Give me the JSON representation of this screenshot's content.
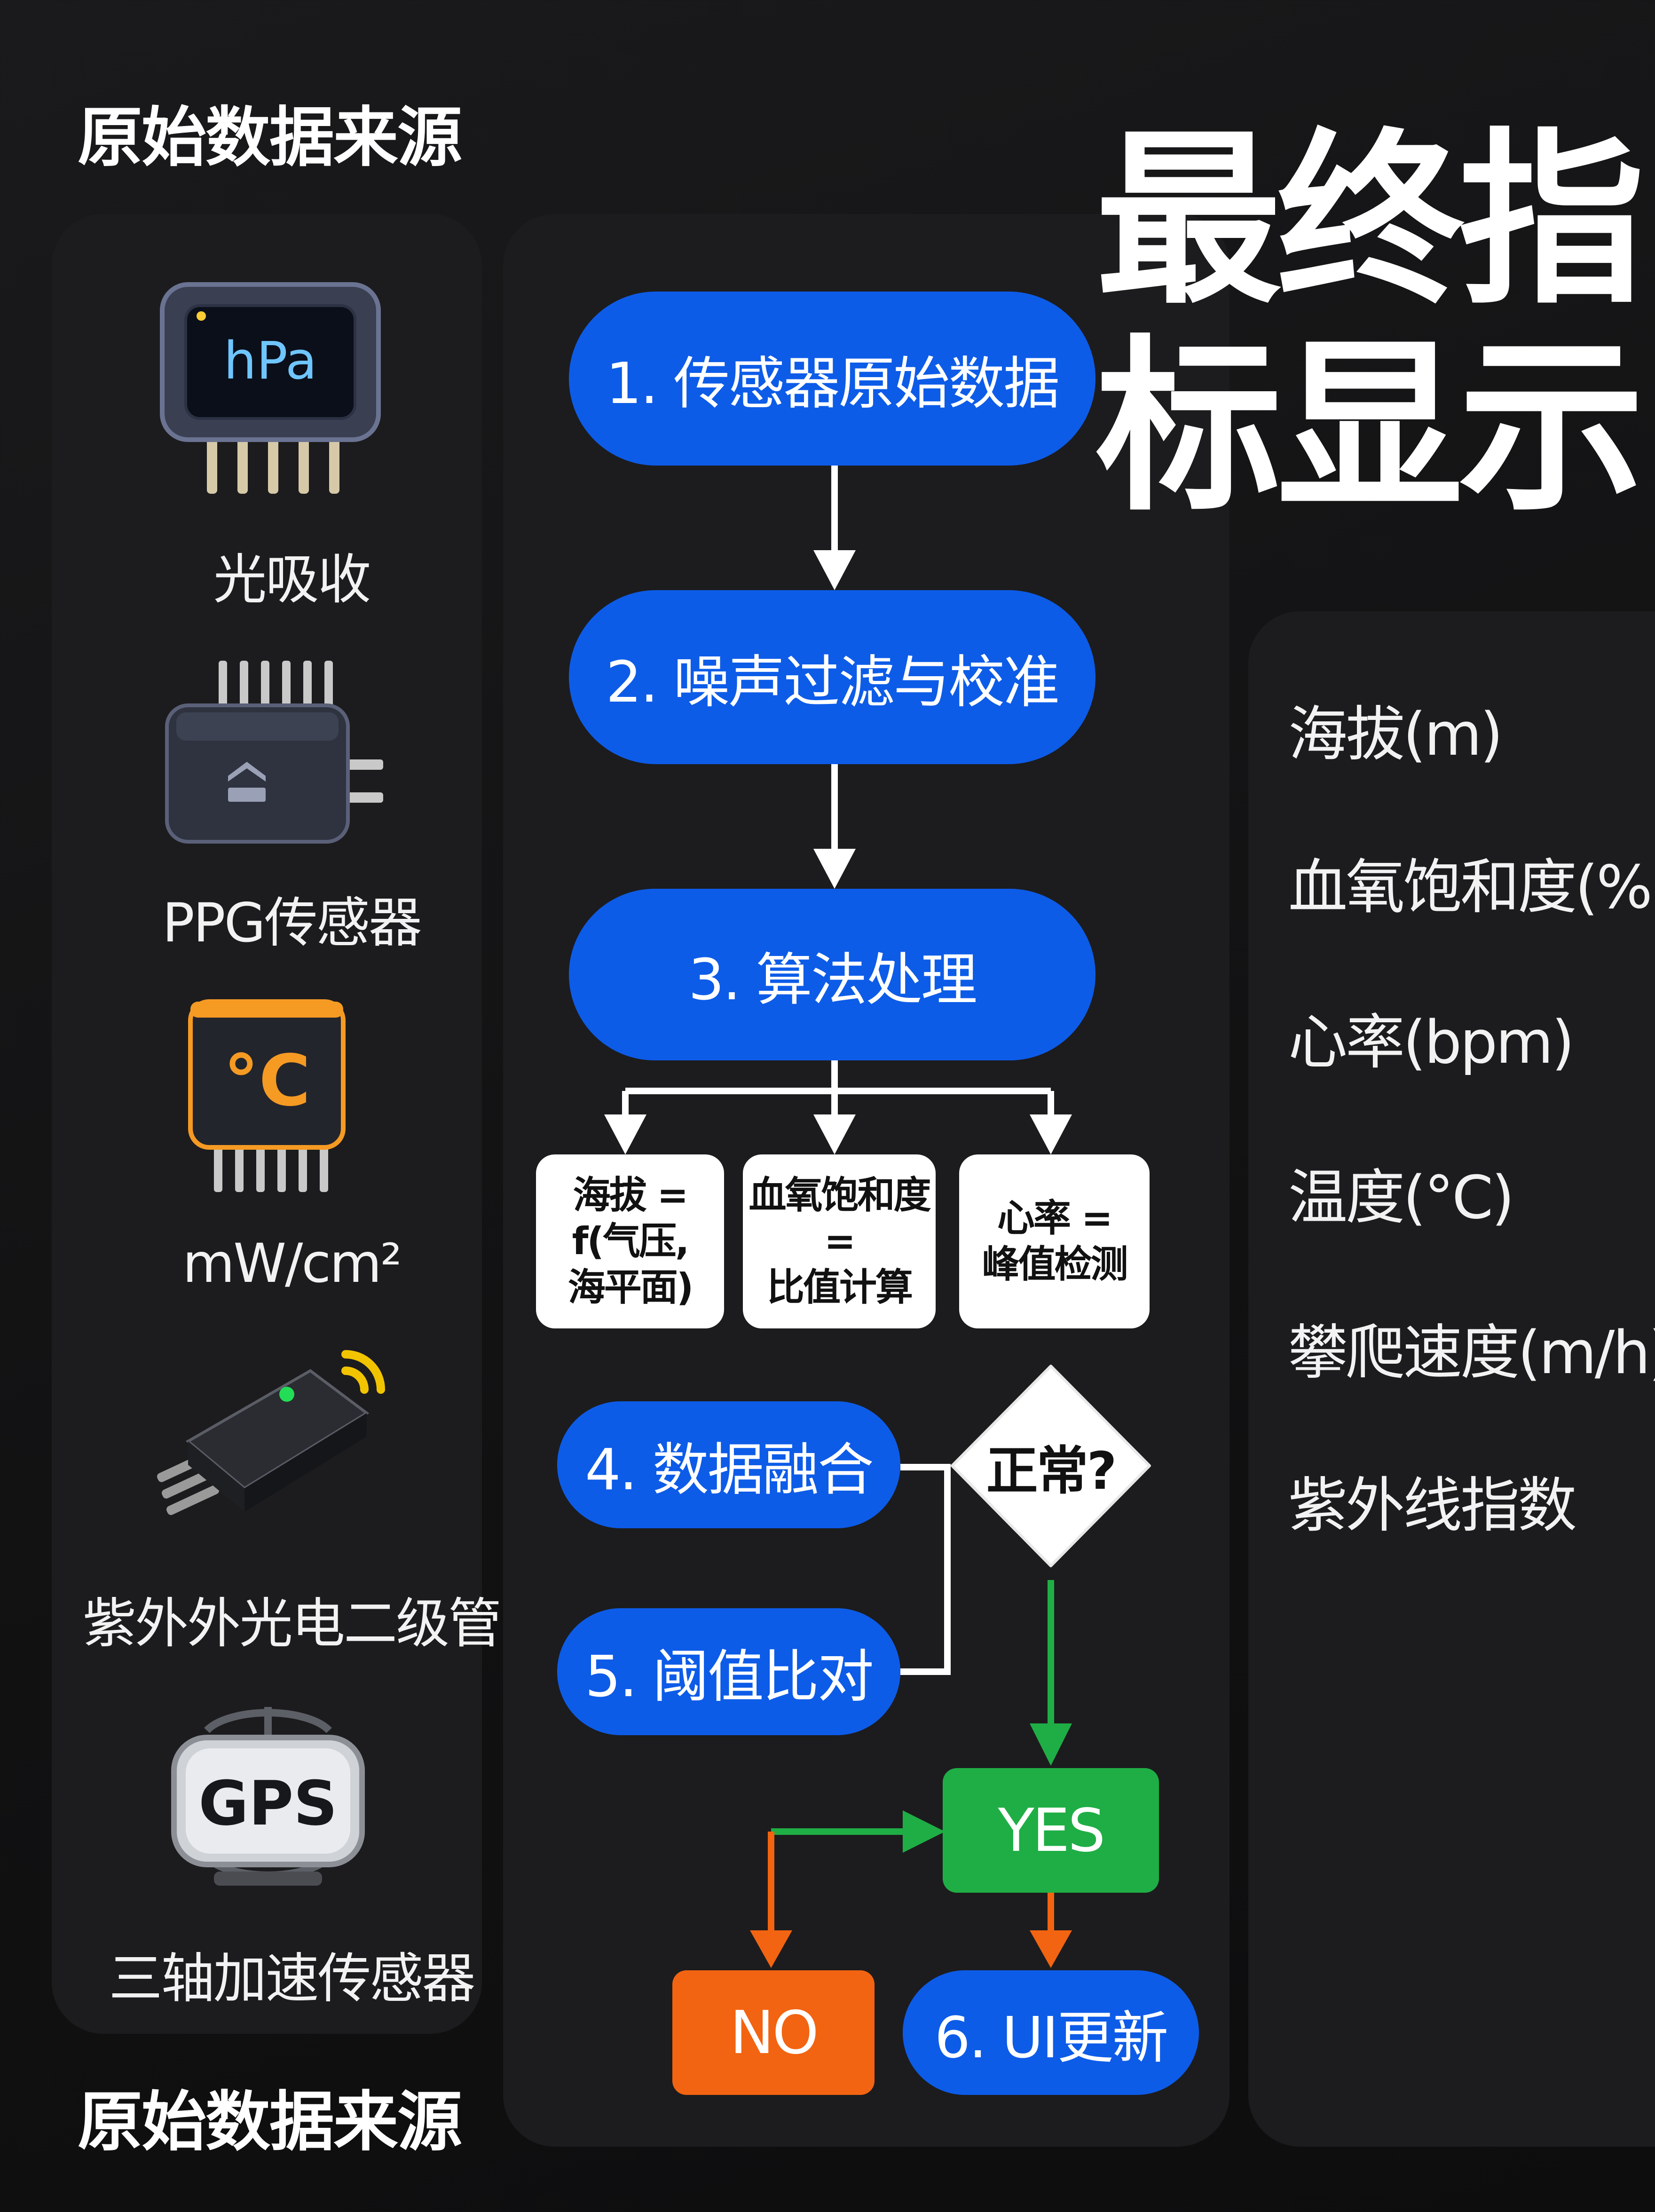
{
  "title": {
    "line1": "最终指",
    "line2": "标显示"
  },
  "sources_heading_top": "原始数据来源",
  "sources_heading_bottom": "原始数据来源",
  "sensors": [
    {
      "icon": "barometer-chip-icon",
      "chip_text": "hPa",
      "label": "光吸收"
    },
    {
      "icon": "ppg-chip-icon",
      "chip_text": "",
      "label": "PPG传感器"
    },
    {
      "icon": "temperature-chip-icon",
      "chip_text": "°C",
      "label": "mW/cm²"
    },
    {
      "icon": "uv-photodiode-icon",
      "chip_text": "",
      "label": "紫外外光电二级管"
    },
    {
      "icon": "gps-module-icon",
      "chip_text": "GPS",
      "label": "三轴加速传感器"
    }
  ],
  "flow": {
    "step1": "1. 传感器原始数据",
    "step2": "2. 噪声过滤与校准",
    "step3": "3. 算法处理",
    "calc_altitude": [
      "海拔 =",
      "f(气压,",
      "海平面)"
    ],
    "calc_spo2": [
      "血氧饱和度",
      "=",
      "比值计算"
    ],
    "calc_hr": [
      "心率 =",
      "峰值检测"
    ],
    "step4": "4. 数据融合",
    "decision": "正常?",
    "step5": "5. 阈值比对",
    "yes": "YES",
    "no": "NO",
    "step6": "6. UI更新"
  },
  "metrics": [
    "海拔(m)",
    "血氧饱和度(%)",
    "心率(bpm)",
    "温度(°C)",
    "攀爬速度(m/h)",
    "紫外线指数"
  ],
  "colors": {
    "blue": "#0d5ce8",
    "green": "#1fae45",
    "orange": "#f26411",
    "amber": "#f59a23",
    "panel": "#1c1c1e"
  }
}
